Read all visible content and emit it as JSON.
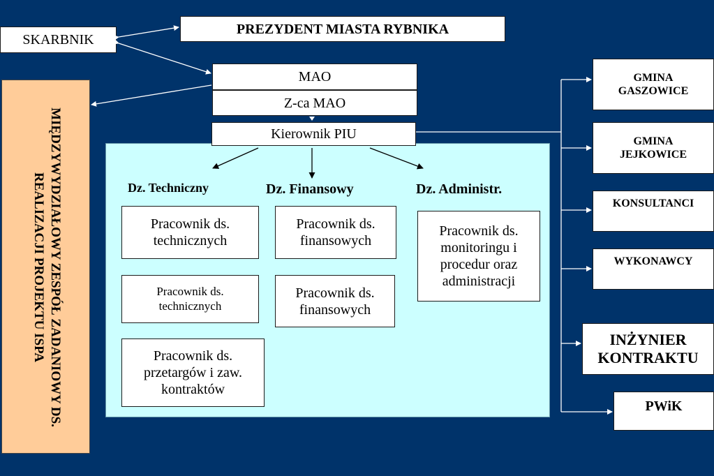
{
  "colors": {
    "background": "#00336a",
    "panel_light": "#ccffff",
    "panel_orange": "#ffcc99",
    "box": "#ffffff",
    "line": "#ffffff",
    "line_dark": "#000000"
  },
  "top": {
    "president": "PREZYDENT MIASTA RYBNIKA",
    "treasurer": "SKARBNIK"
  },
  "management": {
    "mao": "MAO",
    "deputy_mao": "Z-ca MAO",
    "piu_head": "Kierownik PIU"
  },
  "side_team": {
    "label": "MIĘDZYWYDZIAŁOWY ZESPÓŁ ZADANIOWY DS. REALIZACJI PROJEKTU ISPA"
  },
  "departments": {
    "technical": {
      "title": "Dz. Techniczny",
      "staff": [
        "Pracownik ds. technicznych",
        "Pracownik ds. technicznych",
        "Pracownik ds. przetargów i zaw. kontraktów"
      ]
    },
    "financial": {
      "title": "Dz. Finansowy",
      "staff": [
        "Pracownik ds. finansowych",
        "Pracownik ds. finansowych"
      ]
    },
    "administrative": {
      "title": "Dz. Administr.",
      "staff": [
        "Pracownik ds. monitoringu i procedur oraz administracji"
      ]
    }
  },
  "external": [
    "GMINA GASZOWICE",
    "GMINA JEJKOWICE",
    "KONSULTANCI",
    "WYKONAWCY",
    "INŻYNIER KONTRAKTU",
    "PWiK"
  ]
}
